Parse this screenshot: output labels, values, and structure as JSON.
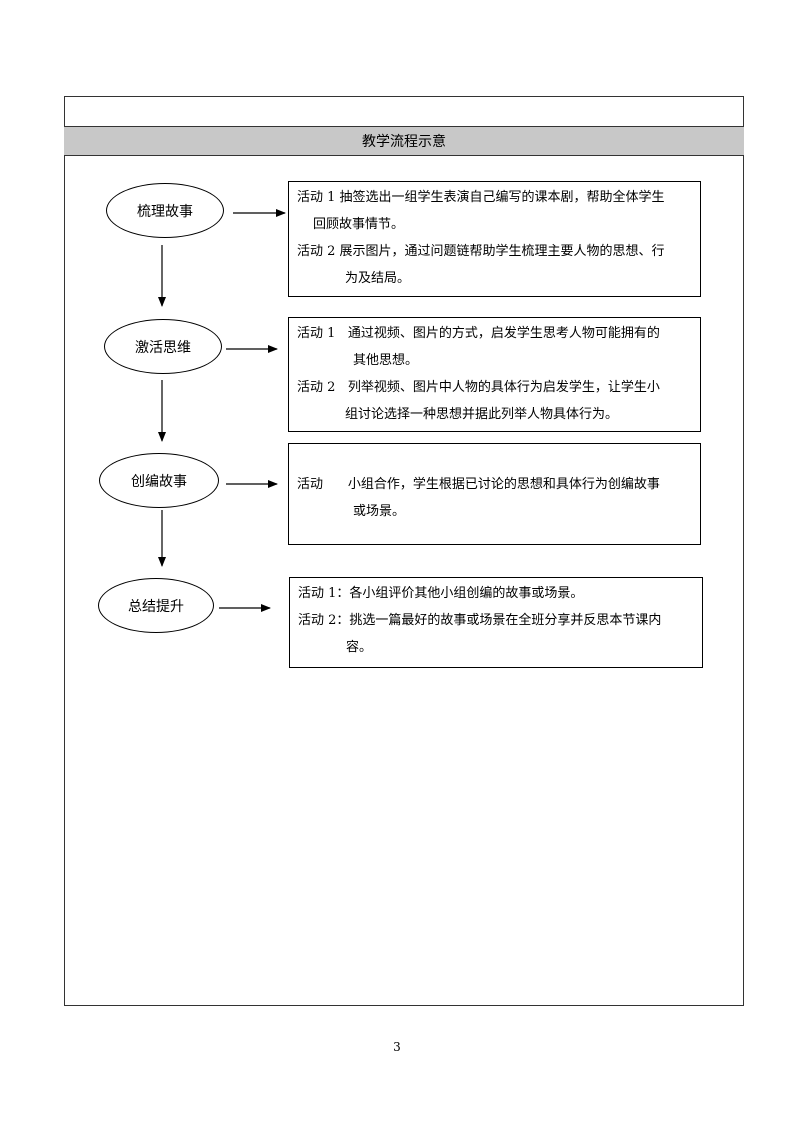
{
  "header": {
    "title": "教学流程示意"
  },
  "stages": [
    {
      "name": "梳理故事"
    },
    {
      "name": "激活思维"
    },
    {
      "name": "创编故事"
    },
    {
      "name": "总结提升"
    }
  ],
  "activities": [
    {
      "a1_label": "活动 1",
      "a1_line1": "抽签选出一组学生表演自己编写的课本剧，帮助全体学生",
      "a1_line2": "回顾故事情节。",
      "a2_label": "活动 2",
      "a2_line1": "展示图片，通过问题链帮助学生梳理主要人物的思想、行",
      "a2_line2": "为及结局。"
    },
    {
      "a1_label": "活动 1",
      "a1_line1": "通过视频、图片的方式，启发学生思考人物可能拥有的",
      "a1_line2": "其他思想。",
      "a2_label": "活动 2",
      "a2_line1": "列举视频、图片中人物的具体行为启发学生，让学生小",
      "a2_line2": "组讨论选择一种思想并据此列举人物具体行为。"
    },
    {
      "a1_label": "活动",
      "a1_line1": "小组合作，学生根据已讨论的思想和具体行为创编故事",
      "a1_line2": "或场景。"
    },
    {
      "a1_label": "活动 1：",
      "a1_line1": "各小组评价其他小组创编的故事或场景。",
      "a2_label": "活动 2：",
      "a2_line1": "挑选一篇最好的故事或场景在全班分享并反思本节课内",
      "a2_line2": "容。"
    }
  ],
  "footer": {
    "page_number": "3"
  }
}
